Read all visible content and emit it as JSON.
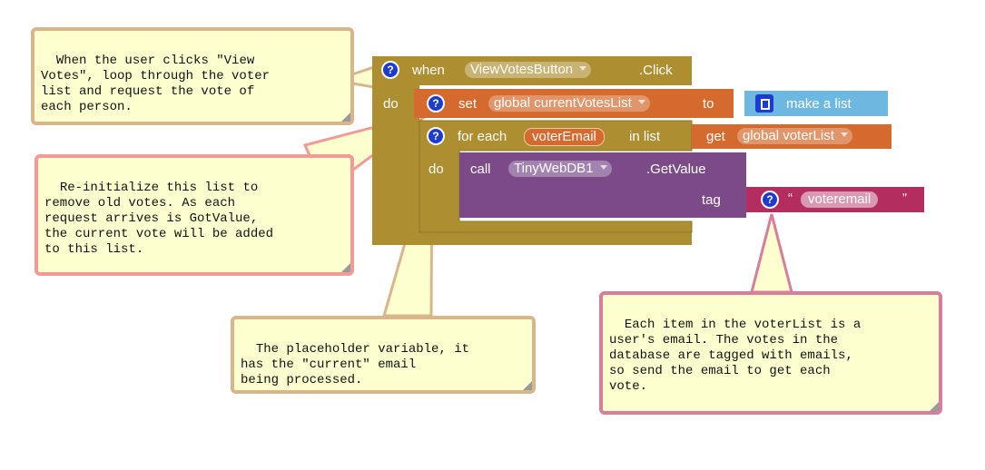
{
  "comments": {
    "when_click": "When the user clicks \"View\nVotes\", loop through the voter\nlist and request the vote of\neach person.",
    "reinit": "Re-initialize this list to\nremove old votes. As each\nrequest arrives is GotValue,\nthe current vote will be added\nto this list.",
    "placeholder": "The placeholder variable, it\nhas the \"current\" email\nbeing processed.",
    "voterlist": "Each item in the voterList is a\nuser's email. The votes in the\ndatabase are tagged with emails,\nso send the email to get each\nvote."
  },
  "blocks": {
    "when": "when",
    "button_name": "ViewVotesButton",
    "event": ".Click",
    "do": "do",
    "set": "set",
    "var_current": "global currentVotesList",
    "to": "to",
    "make_list": "make a list",
    "for_each": "for each",
    "loop_var": "voterEmail",
    "in_list": "in list",
    "get": "get",
    "var_voters": "global voterList",
    "do2": "do",
    "call": "call",
    "component": "TinyWebDB1",
    "method": ".GetValue",
    "tag": "tag",
    "tag_value": "voteremail",
    "quote_open": "“",
    "quote_close": "”",
    "help": "?"
  },
  "colors": {
    "event": "#ad8e30",
    "variable": "#d46a2e",
    "list": "#6cb8e0",
    "component": "#7b4a87",
    "text": "#b32d5e"
  }
}
